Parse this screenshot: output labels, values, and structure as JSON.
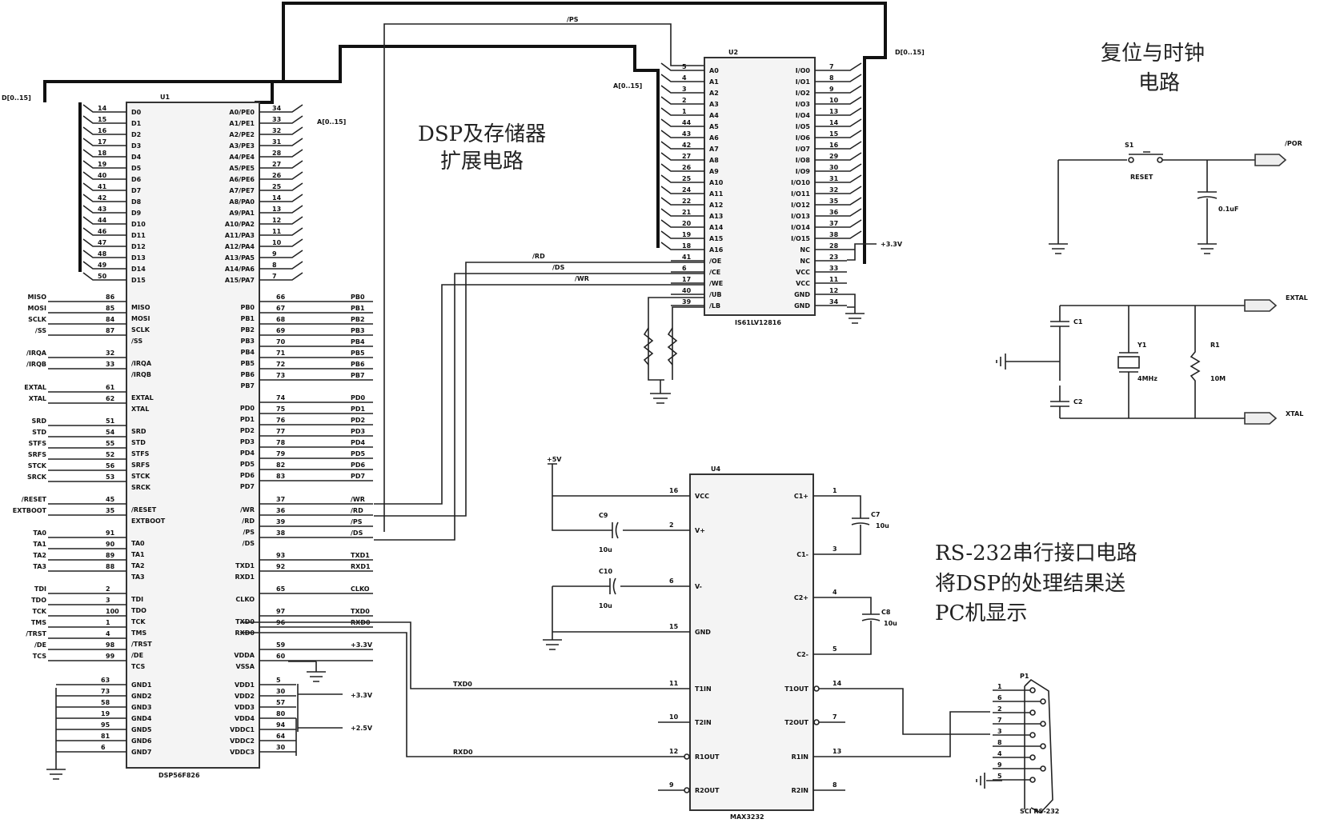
{
  "titles": {
    "dsp_section": [
      "DSP及存储器",
      "扩展电路"
    ],
    "reset_clock_section": [
      "复位与时钟",
      "电路"
    ],
    "rs232_section": [
      "RS-232串行接口电路",
      "将DSP的处理结果送",
      "PC机显示"
    ]
  },
  "u1": {
    "ref": "U1",
    "part": "DSP56F826",
    "bus_data_label": "D[0..15]",
    "bus_addr_label": "A[0..15]",
    "left_data_pins": [
      {
        "num": "14",
        "name": "D0"
      },
      {
        "num": "15",
        "name": "D1"
      },
      {
        "num": "16",
        "name": "D2"
      },
      {
        "num": "17",
        "name": "D3"
      },
      {
        "num": "18",
        "name": "D4"
      },
      {
        "num": "19",
        "name": "D5"
      },
      {
        "num": "40",
        "name": "D6"
      },
      {
        "num": "41",
        "name": "D7"
      },
      {
        "num": "42",
        "name": "D8"
      },
      {
        "num": "43",
        "name": "D9"
      },
      {
        "num": "44",
        "name": "D10"
      },
      {
        "num": "46",
        "name": "D11"
      },
      {
        "num": "47",
        "name": "D12"
      },
      {
        "num": "48",
        "name": "D13"
      },
      {
        "num": "49",
        "name": "D14"
      },
      {
        "num": "50",
        "name": "D15"
      }
    ],
    "right_addr_pins": [
      {
        "num": "34",
        "name": "A0/PE0"
      },
      {
        "num": "33",
        "name": "A1/PE1"
      },
      {
        "num": "32",
        "name": "A2/PE2"
      },
      {
        "num": "31",
        "name": "A3/PE3"
      },
      {
        "num": "28",
        "name": "A4/PE4"
      },
      {
        "num": "27",
        "name": "A5/PE5"
      },
      {
        "num": "26",
        "name": "A6/PE6"
      },
      {
        "num": "25",
        "name": "A7/PE7"
      },
      {
        "num": "14",
        "name": "A8/PA0"
      },
      {
        "num": "13",
        "name": "A9/PA1"
      },
      {
        "num": "12",
        "name": "A10/PA2"
      },
      {
        "num": "11",
        "name": "A11/PA3"
      },
      {
        "num": "10",
        "name": "A12/PA4"
      },
      {
        "num": "9",
        "name": "A13/PA5"
      },
      {
        "num": "8",
        "name": "A14/PA6"
      },
      {
        "num": "7",
        "name": "A15/PA7"
      }
    ],
    "left_pins": [
      {
        "net": "MISO",
        "num": "86",
        "name": "MISO"
      },
      {
        "net": "MOSI",
        "num": "85",
        "name": "MOSI"
      },
      {
        "net": "SCLK",
        "num": "84",
        "name": "SCLK"
      },
      {
        "net": "/SS",
        "num": "87",
        "name": "/SS"
      },
      {
        "net": "/IRQA",
        "num": "32",
        "name": "/IRQA"
      },
      {
        "net": "/IRQB",
        "num": "33",
        "name": "/IRQB"
      },
      {
        "net": "EXTAL",
        "num": "61",
        "name": "EXTAL"
      },
      {
        "net": "XTAL",
        "num": "62",
        "name": "XTAL"
      },
      {
        "net": "SRD",
        "num": "51",
        "name": "SRD"
      },
      {
        "net": "STD",
        "num": "54",
        "name": "STD"
      },
      {
        "net": "STFS",
        "num": "55",
        "name": "STFS"
      },
      {
        "net": "SRFS",
        "num": "52",
        "name": "SRFS"
      },
      {
        "net": "STCK",
        "num": "56",
        "name": "STCK"
      },
      {
        "net": "SRCK",
        "num": "53",
        "name": "SRCK"
      },
      {
        "net": "/RESET",
        "num": "45",
        "name": "/RESET"
      },
      {
        "net": "EXTBOOT",
        "num": "35",
        "name": "EXTBOOT"
      },
      {
        "net": "TA0",
        "num": "91",
        "name": "TA0"
      },
      {
        "net": "TA1",
        "num": "90",
        "name": "TA1"
      },
      {
        "net": "TA2",
        "num": "89",
        "name": "TA2"
      },
      {
        "net": "TA3",
        "num": "88",
        "name": "TA3"
      },
      {
        "net": "TDI",
        "num": "2",
        "name": "TDI"
      },
      {
        "net": "TDO",
        "num": "3",
        "name": "TDO"
      },
      {
        "net": "TCK",
        "num": "100",
        "name": "TCK"
      },
      {
        "net": "TMS",
        "num": "1",
        "name": "TMS"
      },
      {
        "net": "/TRST",
        "num": "4",
        "name": "/TRST"
      },
      {
        "net": "/DE",
        "num": "98",
        "name": "/DE"
      },
      {
        "net": "TCS",
        "num": "99",
        "name": "TCS"
      }
    ],
    "gnd_pins": [
      {
        "num": "63",
        "name": "GND1"
      },
      {
        "num": "73",
        "name": "GND2"
      },
      {
        "num": "58",
        "name": "GND3"
      },
      {
        "num": "19",
        "name": "GND4"
      },
      {
        "num": "95",
        "name": "GND5"
      },
      {
        "num": "81",
        "name": "GND6"
      },
      {
        "num": "6",
        "name": "GND7"
      }
    ],
    "right_pins": [
      {
        "num": "66",
        "name": "PB0",
        "net": "PB0"
      },
      {
        "num": "67",
        "name": "PB1",
        "net": "PB1"
      },
      {
        "num": "68",
        "name": "PB2",
        "net": "PB2"
      },
      {
        "num": "69",
        "name": "PB3",
        "net": "PB3"
      },
      {
        "num": "70",
        "name": "PB4",
        "net": "PB4"
      },
      {
        "num": "71",
        "name": "PB5",
        "net": "PB5"
      },
      {
        "num": "72",
        "name": "PB6",
        "net": "PB6"
      },
      {
        "num": "73",
        "name": "PB7",
        "net": "PB7"
      },
      {
        "num": "74",
        "name": "PD0",
        "net": "PD0"
      },
      {
        "num": "75",
        "name": "PD1",
        "net": "PD1"
      },
      {
        "num": "76",
        "name": "PD2",
        "net": "PD2"
      },
      {
        "num": "77",
        "name": "PD3",
        "net": "PD3"
      },
      {
        "num": "78",
        "name": "PD4",
        "net": "PD4"
      },
      {
        "num": "79",
        "name": "PD5",
        "net": "PD5"
      },
      {
        "num": "82",
        "name": "PD6",
        "net": "PD6"
      },
      {
        "num": "83",
        "name": "PD7",
        "net": "PD7"
      },
      {
        "num": "37",
        "name": "/WR",
        "net": "/WR"
      },
      {
        "num": "36",
        "name": "/RD",
        "net": "/RD"
      },
      {
        "num": "39",
        "name": "/PS",
        "net": "/PS"
      },
      {
        "num": "38",
        "name": "/DS",
        "net": "/DS"
      },
      {
        "num": "93",
        "name": "TXD1",
        "net": "TXD1"
      },
      {
        "num": "92",
        "name": "RXD1",
        "net": "RXD1"
      },
      {
        "num": "65",
        "name": "CLKO",
        "net": "CLKO"
      },
      {
        "num": "97",
        "name": "TXD0",
        "net": "TXD0"
      },
      {
        "num": "96",
        "name": "RXD0",
        "net": "RXD0"
      },
      {
        "num": "59",
        "name": "VDDA",
        "net": "+3.3V"
      },
      {
        "num": "60",
        "name": "VSSA",
        "net": ""
      }
    ],
    "vdd_pins": [
      {
        "num": "5",
        "name": "VDD1"
      },
      {
        "num": "30",
        "name": "VDD2"
      },
      {
        "num": "57",
        "name": "VDD3"
      },
      {
        "num": "80",
        "name": "VDD4"
      },
      {
        "num": "94",
        "name": "VDDC1"
      },
      {
        "num": "64",
        "name": "VDDC2"
      },
      {
        "num": "30",
        "name": "VDDC3"
      }
    ],
    "vdd_net_a": "+3.3V",
    "vdd_net_b": "+2.5V"
  },
  "u2": {
    "ref": "U2",
    "part": "IS61LV12816",
    "bus_data_label": "D[0..15]",
    "bus_addr_label": "A[0..15]",
    "ps_net": "/PS",
    "left_pins": [
      {
        "num": "5",
        "name": "A0"
      },
      {
        "num": "4",
        "name": "A1"
      },
      {
        "num": "3",
        "name": "A2"
      },
      {
        "num": "2",
        "name": "A3"
      },
      {
        "num": "1",
        "name": "A4"
      },
      {
        "num": "44",
        "name": "A5"
      },
      {
        "num": "43",
        "name": "A6"
      },
      {
        "num": "42",
        "name": "A7"
      },
      {
        "num": "27",
        "name": "A8"
      },
      {
        "num": "26",
        "name": "A9"
      },
      {
        "num": "25",
        "name": "A10"
      },
      {
        "num": "24",
        "name": "A11"
      },
      {
        "num": "22",
        "name": "A12"
      },
      {
        "num": "21",
        "name": "A13"
      },
      {
        "num": "20",
        "name": "A14"
      },
      {
        "num": "19",
        "name": "A15"
      },
      {
        "num": "18",
        "name": "A16"
      },
      {
        "num": "41",
        "name": "/OE"
      },
      {
        "num": "6",
        "name": "/CE"
      },
      {
        "num": "17",
        "name": "/WE"
      },
      {
        "num": "40",
        "name": "/UB"
      },
      {
        "num": "39",
        "name": "/LB"
      }
    ],
    "right_pins": [
      {
        "num": "7",
        "name": "I/O0"
      },
      {
        "num": "8",
        "name": "I/O1"
      },
      {
        "num": "9",
        "name": "I/O2"
      },
      {
        "num": "10",
        "name": "I/O3"
      },
      {
        "num": "13",
        "name": "I/O4"
      },
      {
        "num": "14",
        "name": "I/O5"
      },
      {
        "num": "15",
        "name": "I/O6"
      },
      {
        "num": "16",
        "name": "I/O7"
      },
      {
        "num": "29",
        "name": "I/O8"
      },
      {
        "num": "30",
        "name": "I/O9"
      },
      {
        "num": "31",
        "name": "I/O10"
      },
      {
        "num": "32",
        "name": "I/O11"
      },
      {
        "num": "35",
        "name": "I/O12"
      },
      {
        "num": "36",
        "name": "I/O13"
      },
      {
        "num": "37",
        "name": "I/O14"
      },
      {
        "num": "38",
        "name": "I/O15"
      },
      {
        "num": "28",
        "name": "NC"
      },
      {
        "num": "23",
        "name": "NC"
      },
      {
        "num": "33",
        "name": "VCC"
      },
      {
        "num": "11",
        "name": "VCC"
      },
      {
        "num": "12",
        "name": "GND"
      },
      {
        "num": "34",
        "name": "GND"
      }
    ],
    "net_rd": "/RD",
    "net_ds": "/DS",
    "net_wr": "/WR",
    "vcc_net": "+3.3V"
  },
  "u3": {
    "ref": "U4",
    "part": "MAX3232",
    "vcc_net": "+5V",
    "left_pins": [
      {
        "num": "16",
        "name": "VCC"
      },
      {
        "num": "2",
        "name": "V+"
      },
      {
        "num": "6",
        "name": "V-"
      },
      {
        "num": "15",
        "name": "GND"
      },
      {
        "num": "11",
        "name": "T1IN"
      },
      {
        "num": "10",
        "name": "T2IN"
      },
      {
        "num": "12",
        "name": "R1OUT"
      },
      {
        "num": "9",
        "name": "R2OUT"
      }
    ],
    "right_pins": [
      {
        "num": "1",
        "name": "C1+"
      },
      {
        "num": "3",
        "name": "C1-"
      },
      {
        "num": "4",
        "name": "C2+"
      },
      {
        "num": "5",
        "name": "C2-"
      },
      {
        "num": "14",
        "name": "T1OUT"
      },
      {
        "num": "7",
        "name": "T2OUT"
      },
      {
        "num": "13",
        "name": "R1IN"
      },
      {
        "num": "8",
        "name": "R2IN"
      }
    ],
    "net_txd": "TXD0",
    "net_rxd": "RXD0",
    "c9": {
      "ref": "C9",
      "value": "10u"
    },
    "c10": {
      "ref": "C10",
      "value": "10u"
    },
    "c7": {
      "ref": "C7",
      "value": "10u"
    },
    "c8": {
      "ref": "C8",
      "value": "10u"
    }
  },
  "p1": {
    "ref": "P1",
    "part": "SCI RS-232",
    "pins": [
      "1",
      "6",
      "2",
      "7",
      "3",
      "8",
      "4",
      "9",
      "5"
    ]
  },
  "reset": {
    "switch_ref": "S1",
    "switch_label": "RESET",
    "cap_value": "0.1uF",
    "port_label": "/POR"
  },
  "clock": {
    "c1": "C1",
    "c2": "C2",
    "crystal_ref": "Y1",
    "crystal_value": "4MHz",
    "resistor_ref": "R1",
    "resistor_value": "10M",
    "port_extal": "EXTAL",
    "port_xtal": "XTAL"
  }
}
